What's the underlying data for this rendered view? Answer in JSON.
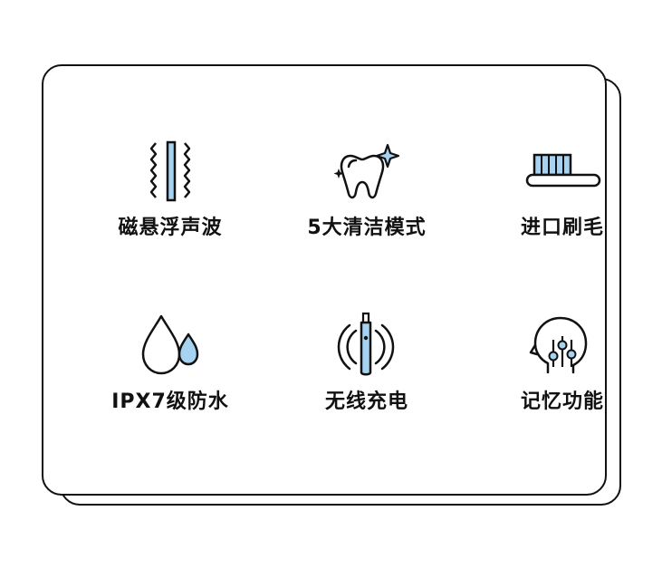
{
  "colors": {
    "accent": "#a7d3f2",
    "stroke": "#111111",
    "background": "#ffffff"
  },
  "features": [
    {
      "label": "磁悬浮声波",
      "icon": "sound-wave-icon"
    },
    {
      "label": "5大清洁模式",
      "icon": "sparkling-tooth-icon"
    },
    {
      "label": "进口刷毛",
      "icon": "brush-head-icon"
    },
    {
      "label": "IPX7级防水",
      "icon": "water-drop-icon"
    },
    {
      "label": "无线充电",
      "icon": "wireless-charging-icon"
    },
    {
      "label": "记忆功能",
      "icon": "memory-head-icon"
    }
  ]
}
